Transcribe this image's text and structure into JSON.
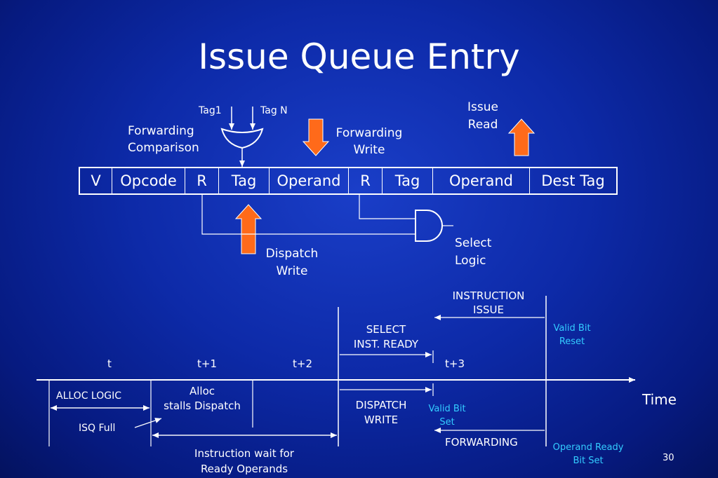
{
  "slide": {
    "title": "Issue Queue Entry",
    "page_number": "30"
  },
  "entry_fields": [
    {
      "label": "V",
      "color": "#ffffff"
    },
    {
      "label": "Opcode",
      "color": "#ffffff"
    },
    {
      "label": "R",
      "color": "#ffffff"
    },
    {
      "label": "Tag",
      "color": "#4cff4c"
    },
    {
      "label": "Operand",
      "color": "#ffffff"
    },
    {
      "label": "R",
      "color": "#ffffff"
    },
    {
      "label": "Tag",
      "color": "#4cff4c"
    },
    {
      "label": "Operand",
      "color": "#ffffff"
    },
    {
      "label": "Dest Tag",
      "color": "#ffffff"
    }
  ],
  "top_labels": {
    "tag1": "Tag1",
    "tagn": "Tag N",
    "forwarding_comparison": [
      "Forwarding",
      "Comparison"
    ],
    "forwarding_write": [
      "Forwarding",
      "Write"
    ],
    "issue_read": [
      "Issue",
      "Read"
    ],
    "dispatch_write": [
      "Dispatch",
      "Write"
    ],
    "select_logic": [
      "Select",
      "Logic"
    ]
  },
  "timeline": {
    "ticks": [
      "t",
      "t+1",
      "t+2",
      "t+3"
    ],
    "time_label": "Time",
    "alloc_logic": "ALLOC LOGIC",
    "alloc_stalls": [
      "Alloc",
      "stalls Dispatch"
    ],
    "isq_full": "ISQ Full",
    "instruction_wait": [
      "Instruction wait for",
      "Ready Operands"
    ],
    "dispatch_write": [
      "DISPATCH",
      "WRITE"
    ],
    "select_inst_ready": [
      "SELECT",
      "INST. READY"
    ],
    "instruction_issue": [
      "INSTRUCTION",
      "ISSUE"
    ],
    "forwarding": "FORWARDING",
    "valid_bit_set": [
      "Valid Bit",
      "Set"
    ],
    "valid_bit_reset": [
      "Valid Bit",
      "Reset"
    ],
    "operand_ready": [
      "Operand Ready",
      "Bit Set"
    ]
  },
  "colors": {
    "arrow_orange": "#ff6a1a",
    "tag_green": "#4cff4c",
    "note_cyan": "#33ccff"
  }
}
